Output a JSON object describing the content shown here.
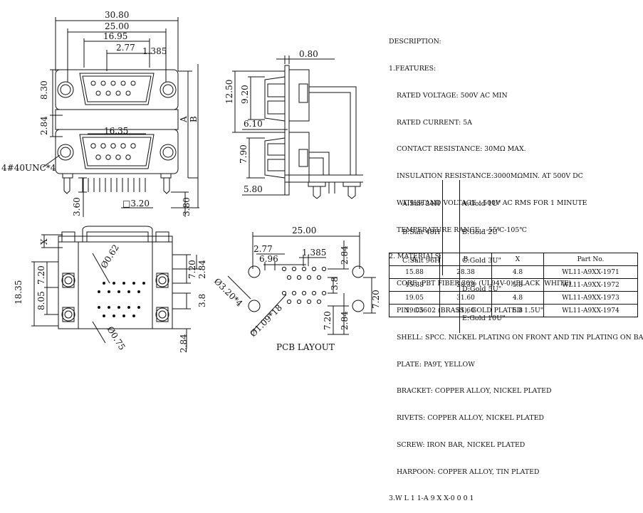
{
  "dimensions": {
    "top_view": {
      "overall_width": "30.80",
      "screw_span": "25.00",
      "upper_shell": "16.95",
      "pin_pitch": "2.77",
      "pin_offset": "1.385",
      "upper_height": "8.30",
      "lower_gap": "2.84",
      "lower_shell": "16.35",
      "thread": "4#40UNC*4",
      "pin_tail": "3.60",
      "pin_square": "□3.20",
      "bottom_height": "3.80",
      "label_a": "A",
      "label_b": "B"
    },
    "side_view": {
      "plate": "0.80",
      "upper_offset": "12.50",
      "upper_height": "9.20",
      "mid_height": "6.10",
      "lower_height": "7.90",
      "bottom_height": "5.80"
    },
    "bottom_view": {
      "label_x": "X",
      "pin_dia_top": "Ø0.62",
      "pin_dia_bottom": "Ø0.75",
      "overall_height": "18.35",
      "upper_row": "7.20",
      "lower_row": "8.05",
      "right_upper": "7.20",
      "right_mid": "2.84",
      "right_low": "3.8",
      "right_bottom": "2.84"
    },
    "pcb_layout": {
      "width": "25.00",
      "pin_pitch": "2.77",
      "hole_spacing": "6.96",
      "pin_offset": "1.385",
      "mount_hole": "Ø3.20*4",
      "pin_hole": "Ø1.09*18",
      "right_top": "2.84",
      "right_mid": "3.8",
      "right_row": "7.20",
      "right_bottom": "2.84",
      "left_row": "7.20",
      "title": "PCB LAYOUT"
    }
  },
  "description": {
    "heading": "DESCRIPTION:",
    "features_heading": "1.FEATURES:",
    "features": [
      "RATED VOLTAGE: 500V AC MIN",
      "RATED CURRENT: 5A",
      "CONTACT RESISTANCE: 30MΩ MAX.",
      "INSULATION RESISTANCE:3000MΩMIN. AT 500V DC",
      "WITHSTAND VOLTAGE : 500V AC RMS FOR 1 MINUTE",
      "TEMPERATURE RANGE : -55℃-105℃"
    ],
    "materials_heading": "2. MATERIALS:",
    "materials": [
      "CORE: PBT FIBER 30% (UL94V-0)(BLACK  WHITE)",
      "PIN: C3602 (BRASS), GOLD PLATED 1.5U\"",
      "SHELL: SPCC. NICKEL PLATING ON FRONT AND TIN PLATING ON BACK",
      "PLATE: PA9T, YELLOW",
      "BRACKET: COPPER ALLOY, NICKEL PLATED",
      "RIVETS: COPPER ALLOY, NICKEL PLATED",
      "SCREW: IRON BAR, NICKEL PLATED",
      "HARPOON: COPPER ALLOY, TIN PLATED"
    ],
    "part_code": "3.W L 1 1-A 9 X X-0 0 0 1",
    "salt_options": [
      "A:Salt 24H",
      "B:Salt 48H",
      "C:Salt 96H"
    ],
    "gold_options": [
      "A:Gold 1U\"",
      "B:Gold 2U\"",
      "C:Gold 3U\"",
      "D:Gold 5U\"",
      "E:Gold 10U\""
    ]
  },
  "part_table": {
    "headers": [
      "A",
      "B",
      "X",
      "Part  No."
    ],
    "rows": [
      [
        "15.88",
        "28.38",
        "4.8",
        "WL11-A9XX-1971"
      ],
      [
        "15.88",
        "28.38",
        "5.8",
        "WL11-A9XX-1972"
      ],
      [
        "19.05",
        "31.60",
        "4.8",
        "WL11-A9XX-1973"
      ],
      [
        "19.05",
        "31.60",
        "5.8",
        "WL11-A9XX-1974"
      ]
    ]
  }
}
